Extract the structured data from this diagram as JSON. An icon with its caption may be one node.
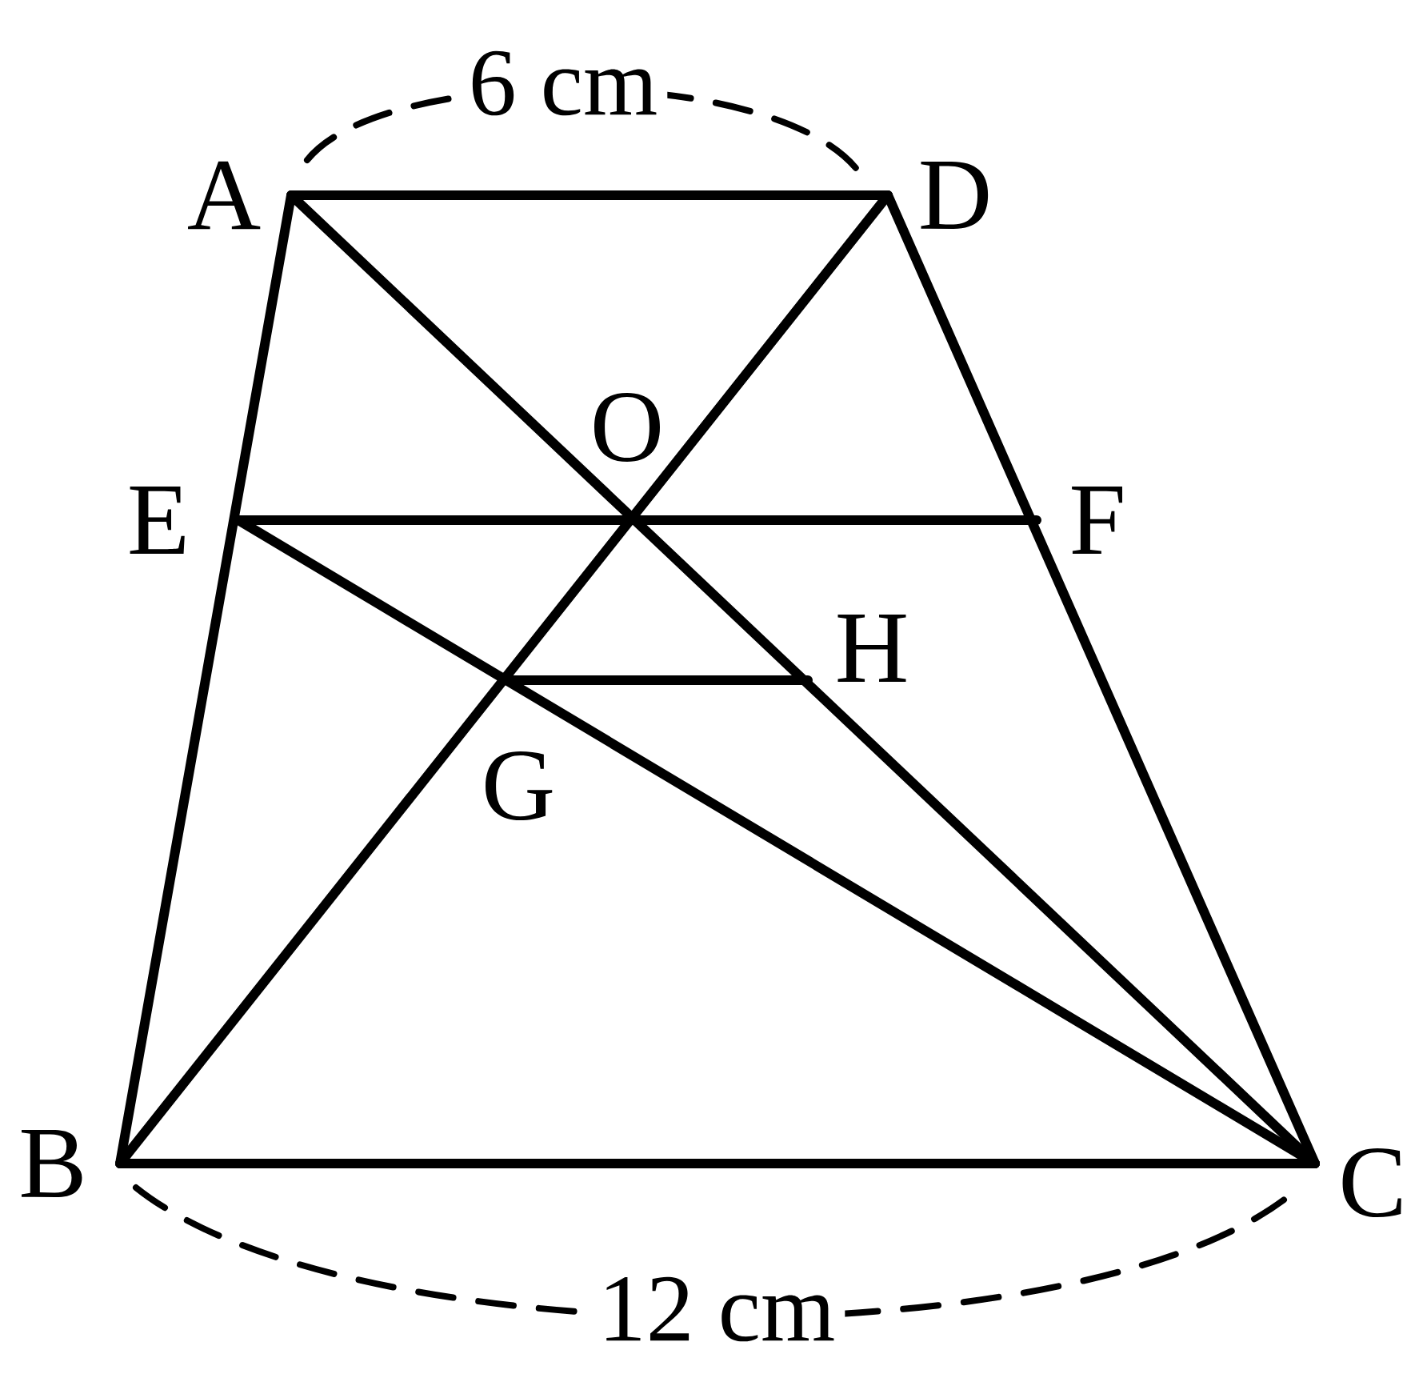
{
  "diagram": {
    "nodes": [
      {
        "text": [
          "A"
        ]
      },
      {
        "text": [
          "D"
        ]
      },
      {
        "text": [
          "O"
        ]
      },
      {
        "text": [
          "E"
        ]
      },
      {
        "text": [
          "F"
        ]
      },
      {
        "text": [
          "H"
        ]
      },
      {
        "text": [
          "G"
        ]
      },
      {
        "text": [
          "B"
        ]
      },
      {
        "text": [
          "C"
        ]
      }
    ],
    "edges": [
      {
        "from": 0,
        "to": 1,
        "arrow": "none"
      },
      {
        "from": 0,
        "to": 7,
        "arrow": "none"
      },
      {
        "from": 1,
        "to": 8,
        "arrow": "none"
      },
      {
        "from": 7,
        "to": 8,
        "arrow": "none"
      },
      {
        "from": 0,
        "to": 8,
        "arrow": "none"
      },
      {
        "from": 1,
        "to": 7,
        "arrow": "none"
      },
      {
        "from": 3,
        "to": 4,
        "arrow": "none"
      },
      {
        "from": 3,
        "to": 8,
        "arrow": "none"
      },
      {
        "from": 6,
        "to": 5,
        "arrow": "none"
      }
    ],
    "labels": [
      "6 cm",
      "12 cm"
    ]
  }
}
